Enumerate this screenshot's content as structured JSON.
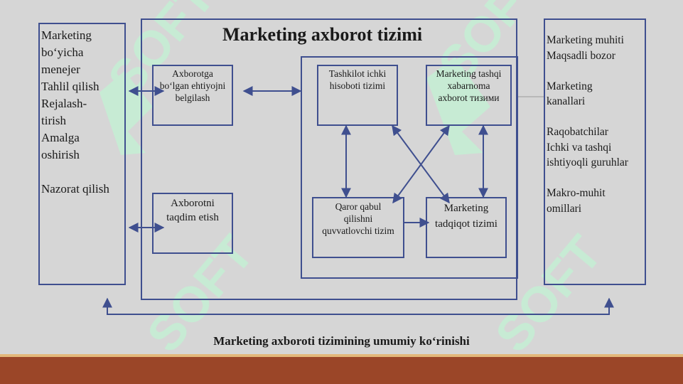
{
  "colors": {
    "background": "#d6d6d6",
    "border": "#3f4f8f",
    "bottom_bar": "#9b4628",
    "watermark": "#c4efd4"
  },
  "title": "Marketing axborot tizimi",
  "caption": "Marketing axboroti tizimining umumiy ko‘rinishi",
  "left_panel": {
    "text": "Marketing\nbo‘yicha\nmenejer\nTahlil qilish\nRejalash-\ntirish\nAmalga\noshirish\n\nNazorat qilish"
  },
  "right_panel": {
    "text": "Marketing muhiti\nMaqsadli bozor\n\nMarketing\nkanallari\n\nRaqobatchilar\nIchki va tashqi\nishtiyoqli guruhlar\n\nMakro-muhit\nomillari"
  },
  "boxes": {
    "needs": "Axborotga\nbo‘lgan ehtiyojni\nbelgilash",
    "present": "Axborotni\ntaqdim etish",
    "internal": "Tashkilot ichki\nhisoboti tizimi",
    "external": "Marketing tashqi\nxabarnoma\naxborot тизими",
    "decision": "Qaror qabul\nqilishni\nquvvatlovchi tizim",
    "research": "Marketing\ntadqiqot tizimi"
  }
}
